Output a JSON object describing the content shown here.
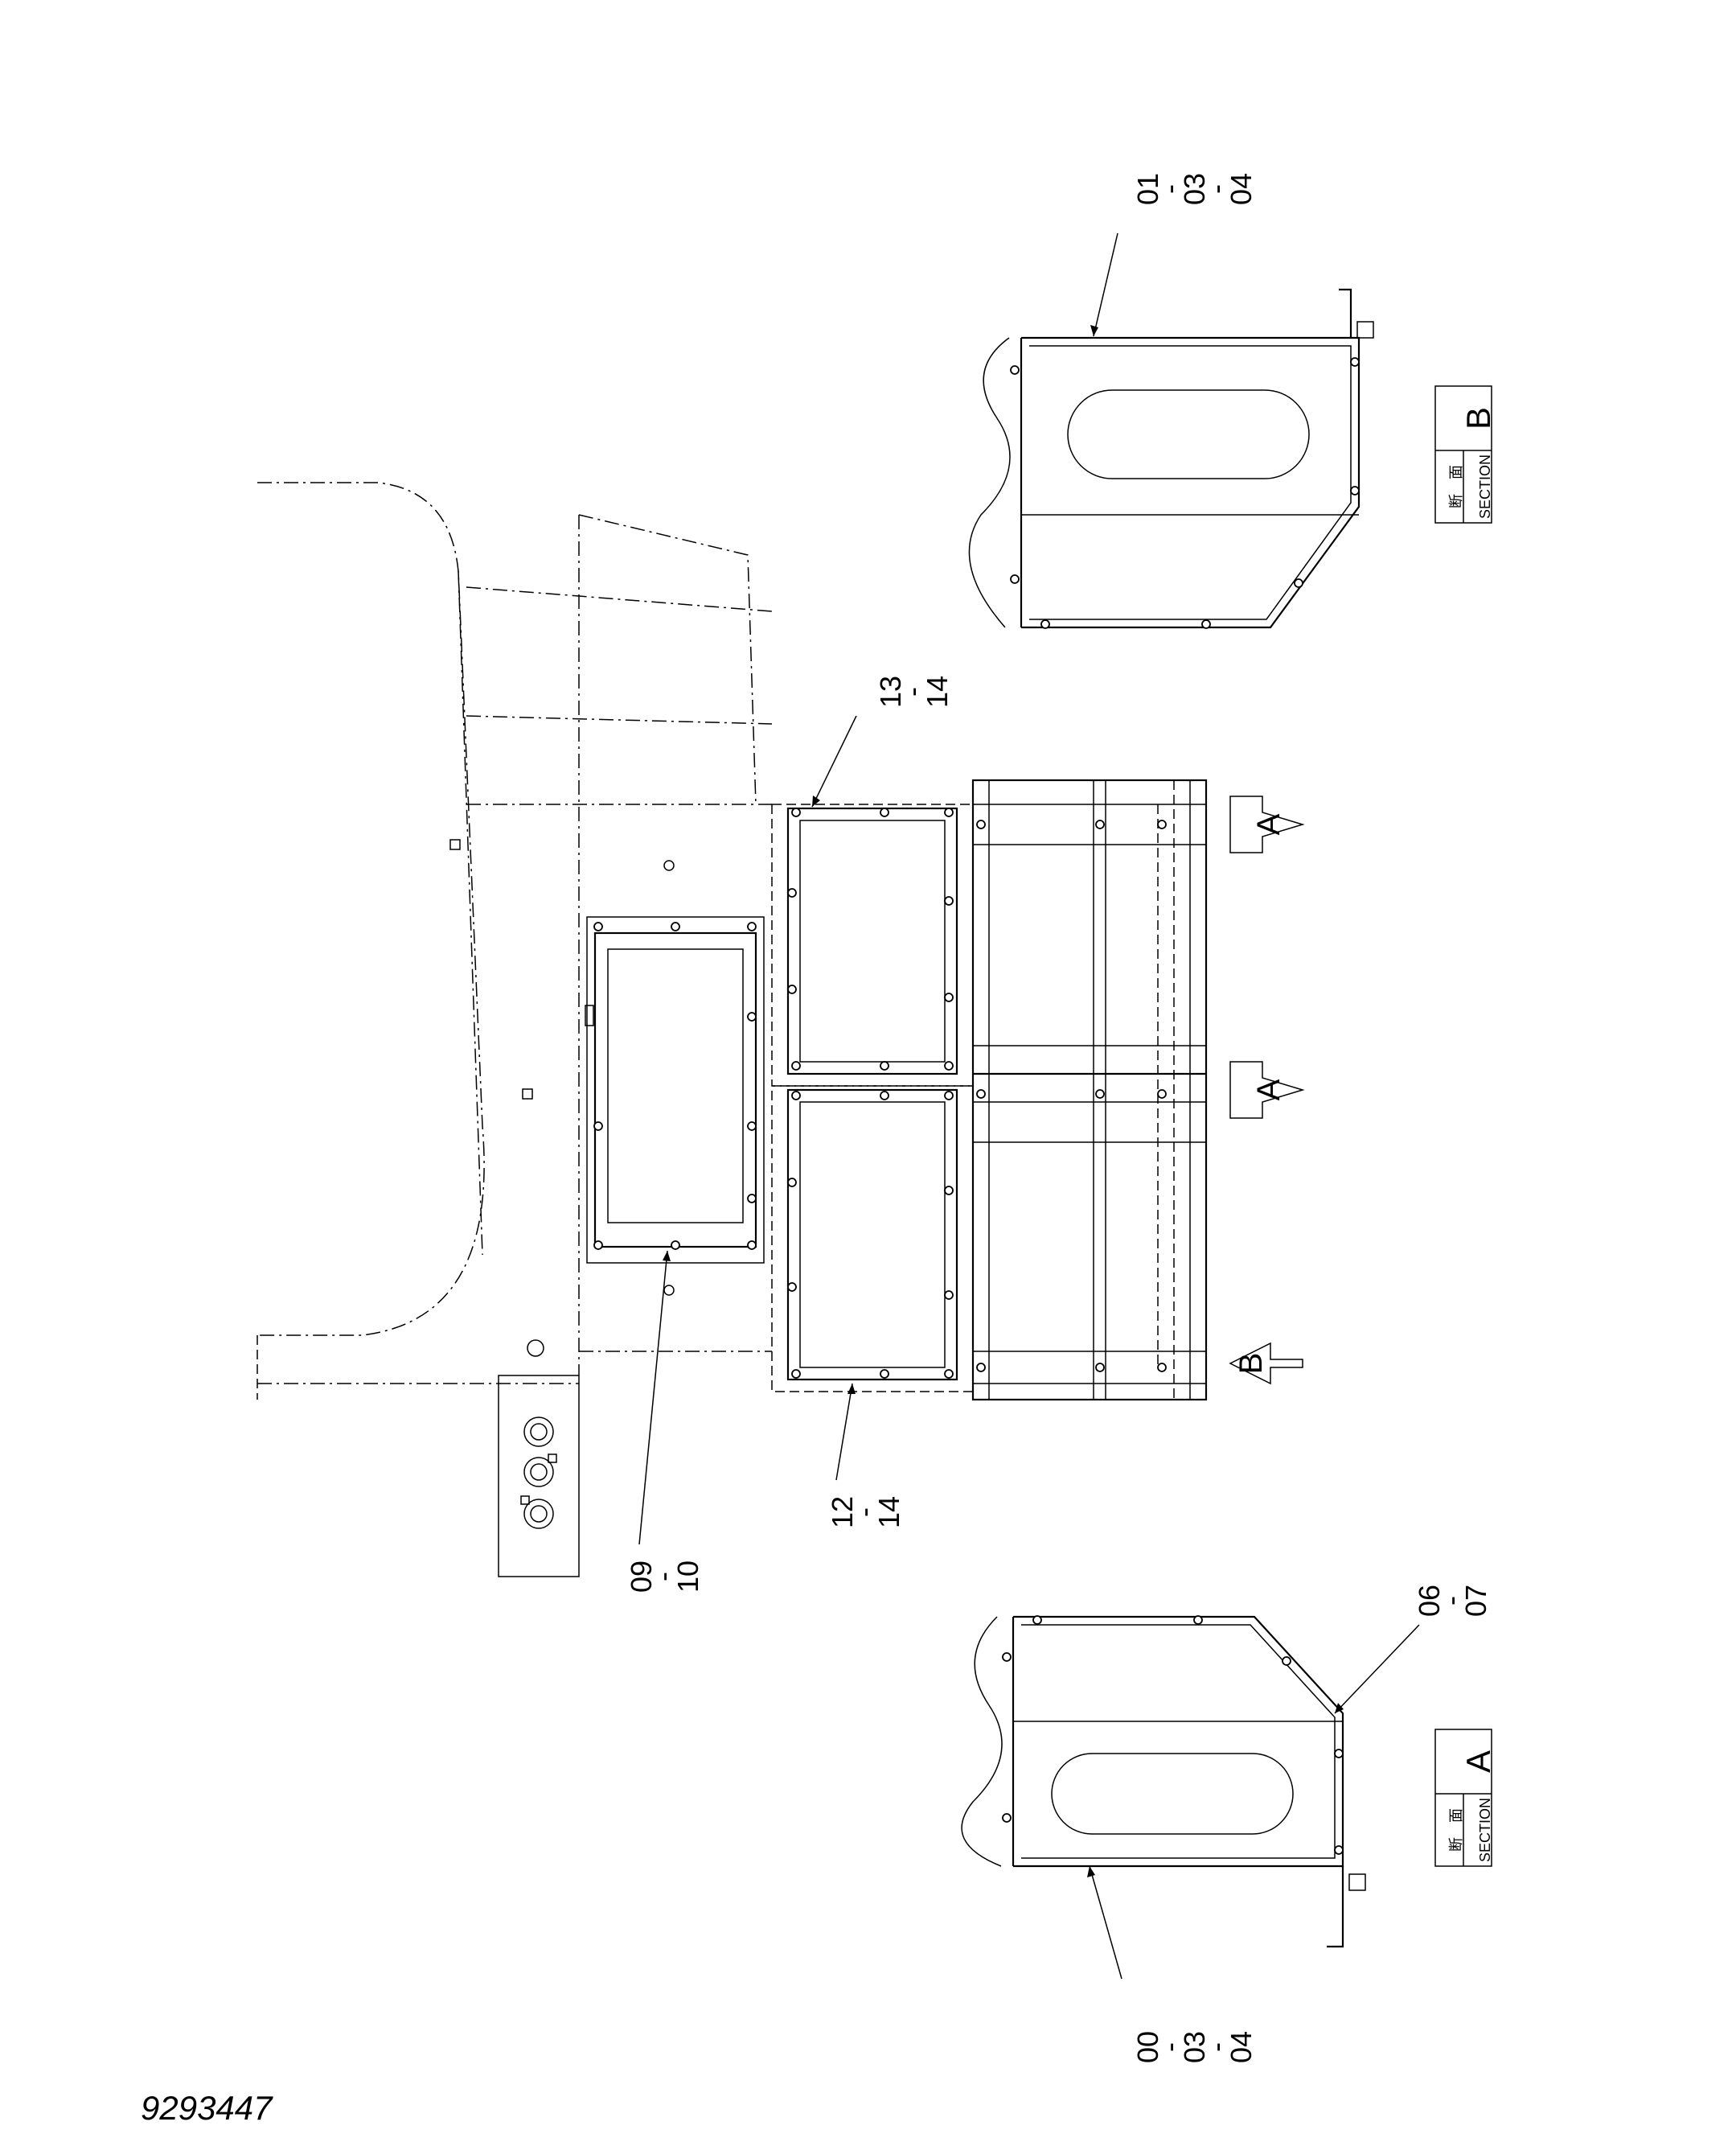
{
  "drawing": {
    "number": "9293447",
    "callouts": [
      {
        "id": "callout-01-03-04",
        "lines": [
          "01",
          "-",
          "03",
          "-",
          "04"
        ]
      },
      {
        "id": "callout-13-14",
        "lines": [
          "13",
          "-",
          "14"
        ]
      },
      {
        "id": "callout-12-14",
        "lines": [
          "12",
          "-",
          "14"
        ]
      },
      {
        "id": "callout-09-10",
        "lines": [
          "09",
          "-",
          "10"
        ]
      },
      {
        "id": "callout-06-07",
        "lines": [
          "06",
          "-",
          "07"
        ]
      },
      {
        "id": "callout-00-03-04",
        "lines": [
          "00",
          "-",
          "03",
          "-",
          "04"
        ]
      }
    ],
    "section_b": {
      "kanji": "断　面",
      "label": "SECTION",
      "letter": "B"
    },
    "section_a": {
      "kanji": "断　面",
      "label": "SECTION",
      "letter": "A"
    },
    "view_arrows": [
      "A",
      "A",
      "B"
    ]
  }
}
